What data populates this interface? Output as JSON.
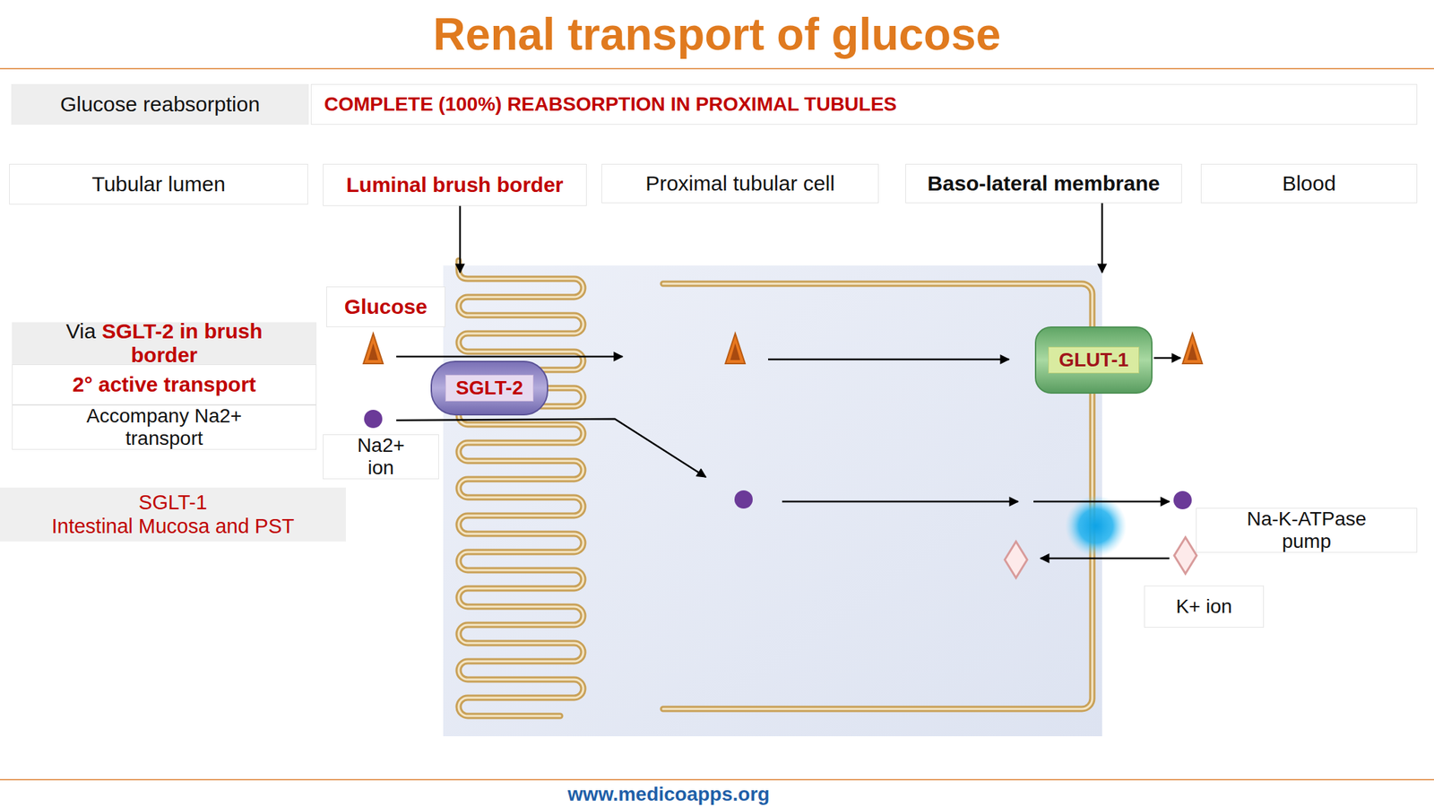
{
  "diagram": {
    "title": "Renal transport of glucose",
    "nodes": [
      {
        "text": [
          "Glucose reabsorption"
        ]
      },
      {
        "text": [
          "COMPLETE (100%) REABSORPTION IN PROXIMAL TUBULES"
        ]
      },
      {
        "text": [
          "Tubular lumen"
        ]
      },
      {
        "text": [
          "Luminal brush border"
        ]
      },
      {
        "text": [
          "Proximal tubular cell"
        ]
      },
      {
        "text": [
          "Baso-lateral membrane"
        ]
      },
      {
        "text": [
          "Blood"
        ]
      },
      {
        "text": [
          "Glucose"
        ]
      },
      {
        "text": [
          "Via",
          "SGLT-2 in brush border"
        ]
      },
      {
        "text": [
          "SGLT-2"
        ]
      },
      {
        "text": [
          "GLUT-1"
        ]
      },
      {
        "text": [
          "2° active transport"
        ]
      },
      {
        "text": [
          "Accompany Na2+ transport"
        ]
      },
      {
        "text": [
          "Na2+ ion"
        ]
      },
      {
        "text": [
          "SGLT-1",
          "Intestinal Mucosa and PST"
        ]
      },
      {
        "text": [
          "Na-K-ATPase pump"
        ]
      },
      {
        "text": [
          "K+ ion"
        ]
      }
    ],
    "labels": [
      "www.medicoapps.org"
    ]
  }
}
